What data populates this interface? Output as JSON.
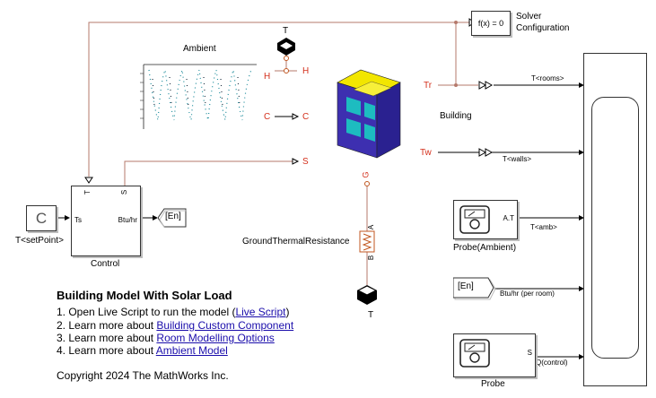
{
  "solver": {
    "block_text": "f(x) = 0",
    "label_line1": "Solver",
    "label_line2": "Configuration"
  },
  "ambient": {
    "label": "Ambient"
  },
  "ports": {
    "t_top": "T",
    "h_left": "H",
    "h_right": "H",
    "c_left": "C",
    "c_right": "C",
    "s_right": "S",
    "tr": "Tr",
    "tw": "Tw",
    "g": "G",
    "t_bottom": "T"
  },
  "building": {
    "label": "Building"
  },
  "control": {
    "label": "Control",
    "in_ts": "Ts",
    "out_btu": "Btu/hr",
    "in_t": "T",
    "in_s": "S"
  },
  "setpoint": {
    "icon_text": "C",
    "label": "T<setPoint>"
  },
  "goto_en": {
    "text": "[En]"
  },
  "from_en": {
    "text": "[En]"
  },
  "resistance": {
    "label": "GroundThermalResistance",
    "port_a": "A",
    "port_b": "B"
  },
  "probe_ambient": {
    "label": "Probe(Ambient)",
    "port": "A.T"
  },
  "probe": {
    "label": "Probe",
    "port": "S"
  },
  "signals": {
    "t_rooms": "T<rooms>",
    "t_walls": "T<walls>",
    "t_amb": "T<amb>",
    "btu_per_room": "Btu/hr (per room)",
    "q_control": "Q(control)"
  },
  "notes": {
    "title": "Building Model With Solar Load",
    "line1_prefix": "1. Open Live Script to run the model (",
    "line1_link": "Live Script",
    "line1_suffix": ")",
    "line2_prefix": "2. Learn more about ",
    "line2_link": "Building Custom Component",
    "line3_prefix": "3. Learn more about ",
    "line3_link": "Room Modelling Options",
    "line4_prefix": "4. Learn more about ",
    "line4_link": "Ambient Model",
    "copyright": "Copyright 2024 The MathWorks Inc."
  },
  "colors": {
    "wire_physical": "#b5796b",
    "port_red": "#d4301c",
    "signal": "#000000",
    "cube_top": "#f2e600",
    "cube_side": "#3d2fb0",
    "cube_front": "#1dbcc0"
  }
}
